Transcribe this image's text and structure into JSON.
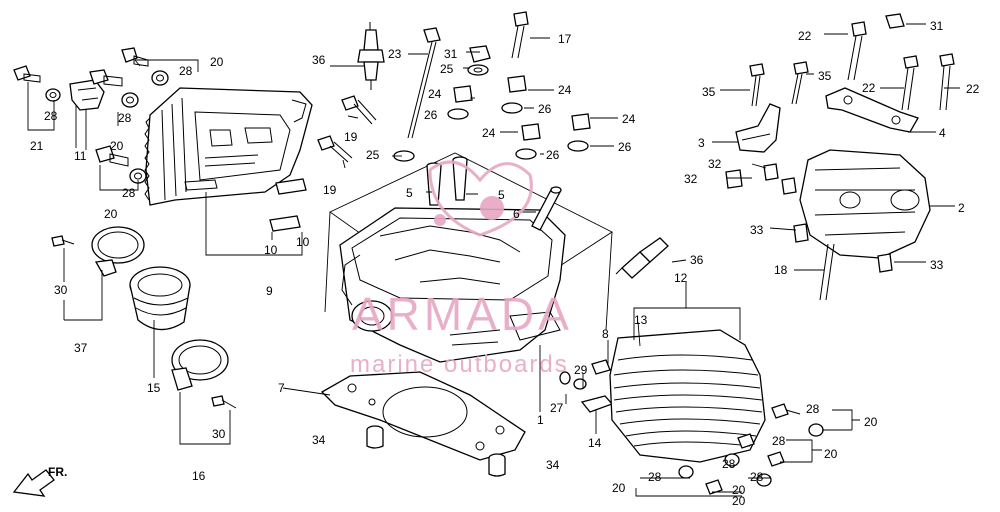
{
  "watermark": {
    "brand": "ARMADA",
    "tagline": "marine outboards",
    "color": "#e7a7c4"
  },
  "direction_label": "FR.",
  "callouts": {
    "c1": "1",
    "c2": "2",
    "c3": "3",
    "c4": "4",
    "c5a": "5",
    "c5b": "5",
    "c6": "6",
    "c7": "7",
    "c8": "8",
    "c9": "9",
    "c10a": "10",
    "c10b": "10",
    "c11": "11",
    "c12": "12",
    "c13": "13",
    "c14": "14",
    "c15": "15",
    "c16": "16",
    "c17": "17",
    "c18": "18",
    "c19a": "19",
    "c19b": "19",
    "c20a": "20",
    "c20b": "20",
    "c20c": "20",
    "c20d": "20",
    "c20e": "20",
    "c20f": "20",
    "c20g": "20",
    "c20h": "20",
    "c21": "21",
    "c22a": "22",
    "c22b": "22",
    "c22c": "22",
    "c23": "23",
    "c24a": "24",
    "c24b": "24",
    "c24c": "24",
    "c24d": "24",
    "c25a": "25",
    "c25b": "25",
    "c26a": "26",
    "c26b": "26",
    "c26c": "26",
    "c26d": "26",
    "c27": "27",
    "c28a": "28",
    "c28b": "28",
    "c28c": "28",
    "c28d": "28",
    "c28e": "28",
    "c28f": "28",
    "c28g": "28",
    "c28h": "28",
    "c28i": "28",
    "c29": "29",
    "c30a": "30",
    "c30b": "30",
    "c31a": "31",
    "c31b": "31",
    "c32a": "32",
    "c32b": "32",
    "c33a": "33",
    "c33b": "33",
    "c34a": "34",
    "c34b": "34",
    "c35a": "35",
    "c35b": "35",
    "c36a": "36",
    "c36b": "36",
    "c37": "37"
  }
}
